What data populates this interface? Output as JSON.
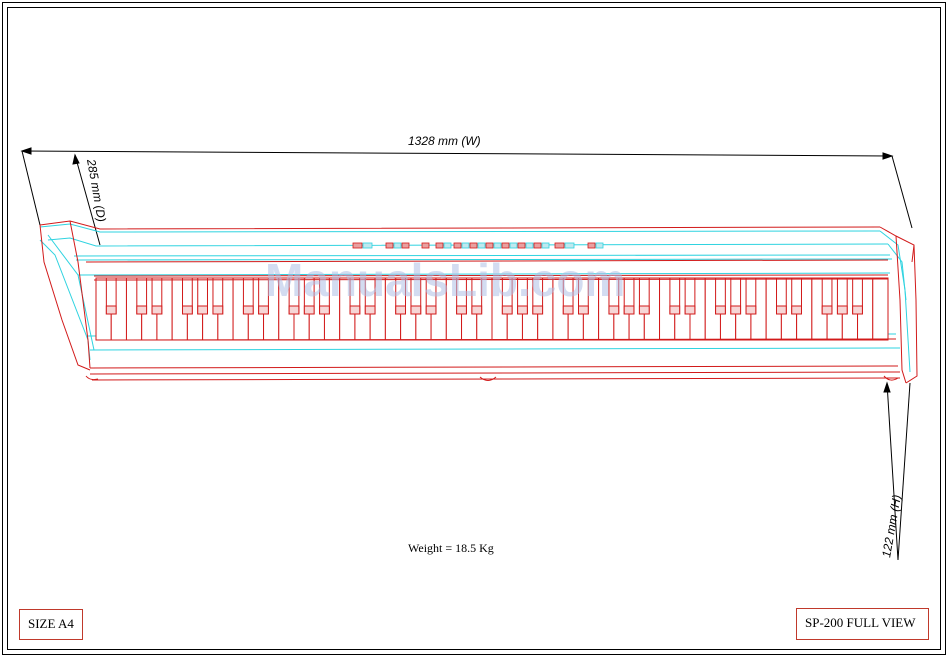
{
  "dimensions": {
    "width_label": "1328 mm  (W)",
    "depth_label": "285  mm  (D)",
    "height_label": "122  mm  (H)"
  },
  "weight_label": "Weight = 18.5 Kg",
  "size_label": "SIZE A4",
  "title_label": "SP-200 FULL VIEW",
  "watermark": "ManualsLib.com",
  "colors": {
    "outline_red": "#d21a1a",
    "outline_cyan": "#2fd3e0",
    "black": "#000000",
    "watermark": "#aebfe6"
  },
  "keyboard": {
    "white_keys": 52
  }
}
